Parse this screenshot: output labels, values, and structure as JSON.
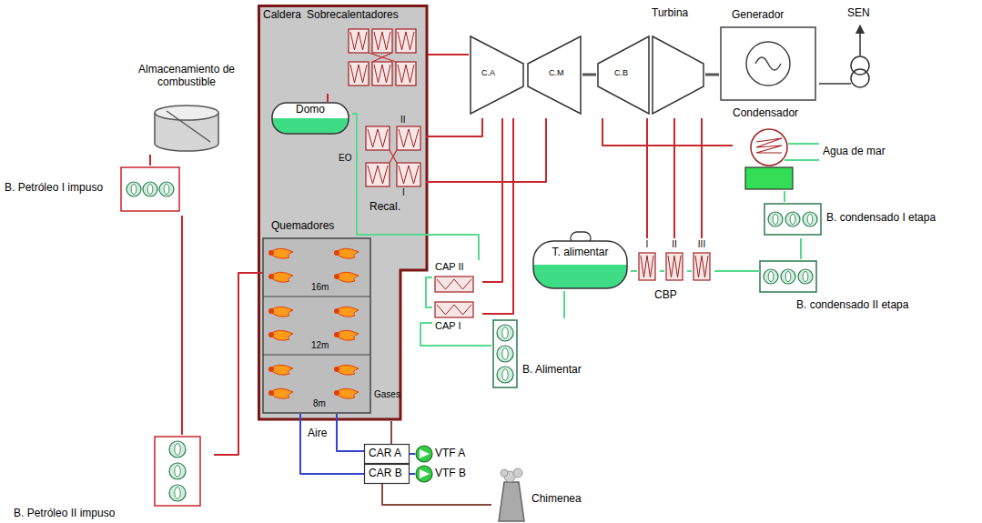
{
  "diagram": {
    "nodes": [
      {
        "text": [
          "Caldera"
        ]
      },
      {
        "text": [
          "Sobrecalentadores"
        ],
        "in": 0
      },
      {
        "text": [
          "Domo"
        ],
        "in": 0
      },
      {
        "text": [
          "Recal."
        ],
        "in": 0
      },
      {
        "text": [
          "Quemadores"
        ],
        "in": 0
      },
      {
        "text": [
          "Almacenamiento de combustible"
        ]
      },
      {
        "text": [
          "B. Petróleo I impuso"
        ]
      },
      {
        "text": [
          "B. Petróleo II impuso"
        ]
      },
      {
        "text": [
          "C.A",
          "C.M"
        ]
      },
      {
        "text": [
          "C.B"
        ]
      },
      {
        "text": [
          "Generador"
        ]
      },
      {
        "text": [
          "Condensador"
        ]
      },
      {
        "text": [
          "B. condensado I etapa"
        ]
      },
      {
        "text": [
          "B. condensado II etapa"
        ]
      },
      {
        "text": [
          "CAP II"
        ]
      },
      {
        "text": [
          "CAP I"
        ]
      },
      {
        "text": [
          "T. alimentar"
        ]
      },
      {
        "text": [
          "B. Alimentar"
        ]
      },
      {
        "text": [
          "I"
        ]
      },
      {
        "text": [
          "II"
        ]
      },
      {
        "text": [
          "III"
        ]
      },
      {
        "text": [
          "CAR A"
        ]
      },
      {
        "text": [
          "CAR B"
        ]
      },
      {
        "text": [
          "VTF A"
        ]
      },
      {
        "text": [
          "VTF B"
        ]
      },
      {
        "text": [
          "Chimenea"
        ]
      }
    ],
    "edges": [
      {
        "from": 5,
        "to": 6,
        "arrow": "none"
      },
      {
        "from": 6,
        "to": 7,
        "arrow": "none"
      },
      {
        "from": 7,
        "to": 4,
        "arrow": "none"
      },
      {
        "from": 2,
        "to": 1,
        "arrow": "none"
      },
      {
        "from": 1,
        "to": 8,
        "arrow": "none"
      },
      {
        "from": 8,
        "to": 3,
        "arrow": "none"
      },
      {
        "from": 3,
        "to": 8,
        "arrow": "none"
      },
      {
        "from": 8,
        "to": 9,
        "arrow": "none"
      },
      {
        "from": 9,
        "to": 10,
        "arrow": "none"
      },
      {
        "from": 9,
        "to": 11,
        "arrow": "none"
      },
      {
        "from": 8,
        "to": 14,
        "arrow": "none"
      },
      {
        "from": 8,
        "to": 15,
        "arrow": "none"
      },
      {
        "from": 9,
        "to": 18,
        "arrow": "none"
      },
      {
        "from": 9,
        "to": 19,
        "arrow": "none"
      },
      {
        "from": 9,
        "to": 20,
        "arrow": "none"
      },
      {
        "from": 11,
        "to": 12,
        "arrow": "none"
      },
      {
        "from": 12,
        "to": 13,
        "arrow": "none"
      },
      {
        "from": 13,
        "to": 20,
        "arrow": "none"
      },
      {
        "from": 20,
        "to": 19,
        "arrow": "none"
      },
      {
        "from": 19,
        "to": 18,
        "arrow": "none"
      },
      {
        "from": 18,
        "to": 16,
        "arrow": "none"
      },
      {
        "from": 16,
        "to": 17,
        "arrow": "none"
      },
      {
        "from": 17,
        "to": 15,
        "arrow": "none"
      },
      {
        "from": 15,
        "to": 14,
        "arrow": "none"
      },
      {
        "from": 14,
        "to": 2,
        "arrow": "none"
      },
      {
        "from": 23,
        "to": 21,
        "arrow": "none"
      },
      {
        "from": 24,
        "to": 22,
        "arrow": "none"
      },
      {
        "from": 21,
        "to": 4,
        "arrow": "none"
      },
      {
        "from": 22,
        "to": 4,
        "arrow": "none"
      },
      {
        "from": 0,
        "to": 21,
        "arrow": "none"
      },
      {
        "from": 22,
        "to": 25,
        "arrow": "none"
      }
    ],
    "labels": [
      "Turbina",
      "SEN",
      "Agua de mar",
      "16m",
      "12m",
      "8m",
      "Gases",
      "II",
      "I",
      "EO",
      "CBP",
      "Aire"
    ]
  }
}
